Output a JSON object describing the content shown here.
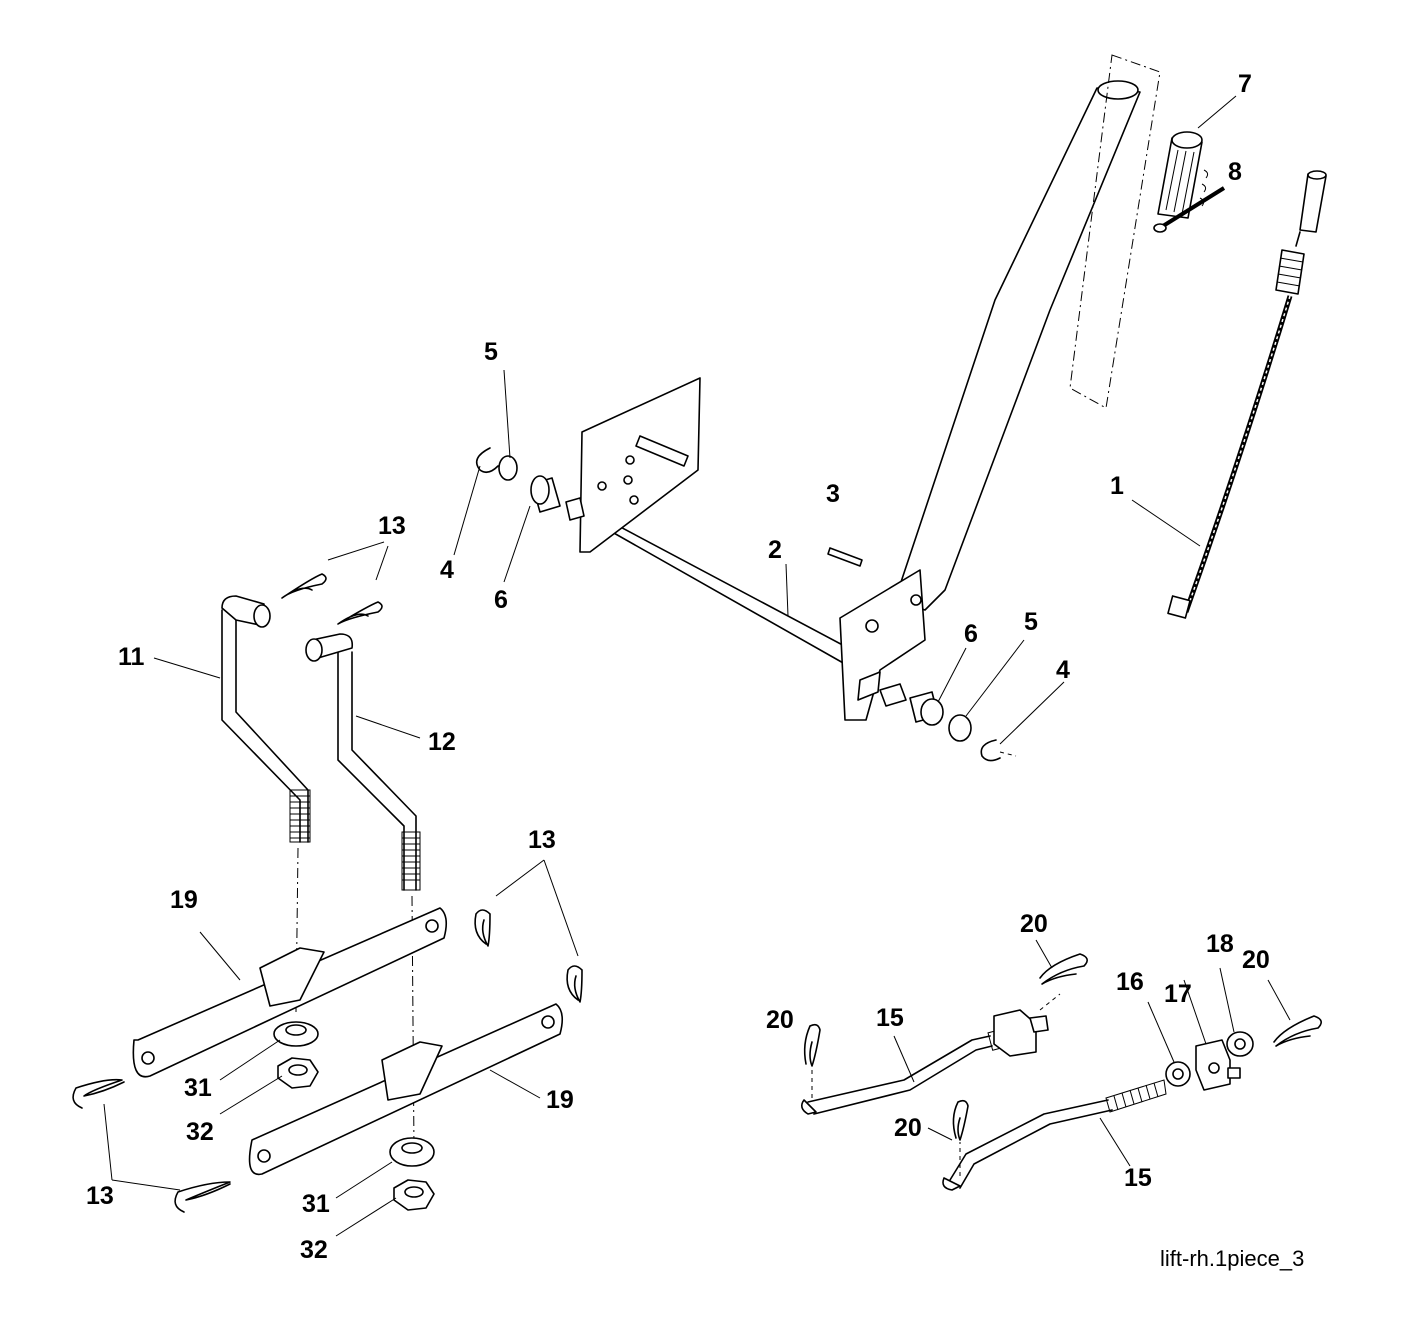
{
  "callouts": {
    "c1": "1",
    "c2": "2",
    "c3": "3",
    "c4a": "4",
    "c4b": "4",
    "c5a": "5",
    "c5b": "5",
    "c6a": "6",
    "c6b": "6",
    "c7": "7",
    "c8": "8",
    "c11": "11",
    "c12": "12",
    "c13a": "13",
    "c13b": "13",
    "c13c": "13",
    "c15a": "15",
    "c15b": "15",
    "c16": "16",
    "c17": "17",
    "c18": "18",
    "c19a": "19",
    "c19b": "19",
    "c20a": "20",
    "c20b": "20",
    "c20c": "20",
    "c20d": "20",
    "c31a": "31",
    "c31b": "31",
    "c32a": "32",
    "c32b": "32"
  },
  "reference_code": "lift-rh.1piece_3"
}
